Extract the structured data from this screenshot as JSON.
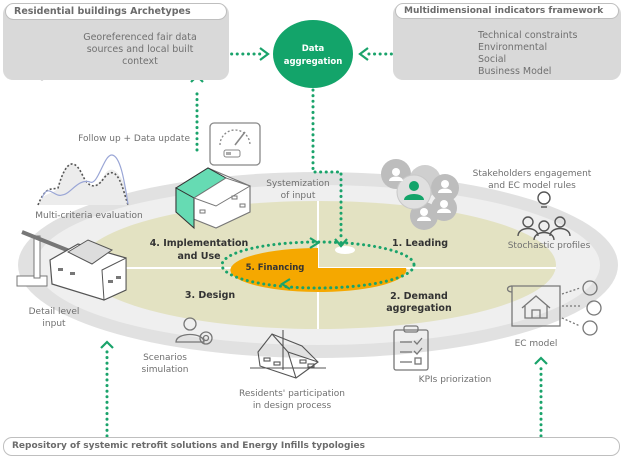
{
  "colors": {
    "accent_green": "#13a46a",
    "dot_green": "#1aa36b",
    "financing_orange": "#f5a800",
    "ellipse_fill": "#e3e2c2",
    "ring_gray": "#e1e1e1",
    "panel_gray": "#d9d9d9",
    "building_purple": "#6b3fd6"
  },
  "top_left_panel": {
    "title": "Residential buildings Archetypes",
    "text_lines": [
      "Georeferenced fair data",
      "sources and local built",
      "context"
    ]
  },
  "top_right_panel": {
    "title": "Multidimensional indicators framework",
    "items": [
      "Technical constraints",
      "Environmental",
      "Social",
      "Business Model"
    ]
  },
  "data_aggregation": {
    "line1": "Data",
    "line2": "aggregation"
  },
  "labels": {
    "follow_up": "Follow up + Data update",
    "multi_criteria": "Multi-criteria evaluation",
    "systemization_1": "Systemization",
    "systemization_2": "of  input",
    "stakeholders_1": "Stakeholders engagement",
    "stakeholders_2": "and EC model rules",
    "stochastic": "Stochastic profiles",
    "detail_1": "Detail level",
    "detail_2": "input",
    "scenarios_1": "Scenarios",
    "scenarios_2": "simulation",
    "residents_1": "Residents' participation",
    "residents_2": "in design process",
    "kpis": "KPIs priorization",
    "ec_model": "EC model"
  },
  "phases": {
    "leading": "1. Leading",
    "demand_1": "2. Demand",
    "demand_2": "aggregation",
    "design": "3. Design",
    "impl_1": "4. Implementation",
    "impl_2": "and  Use",
    "financing": "5. Financing"
  },
  "bottom_bar": {
    "title": "Repository of systemic retrofit solutions and Energy Infills typologies"
  }
}
